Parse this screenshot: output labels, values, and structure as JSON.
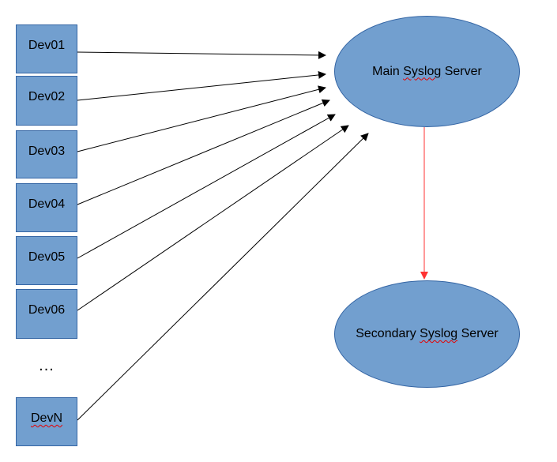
{
  "devices": [
    {
      "label": "Dev01"
    },
    {
      "label": "Dev02"
    },
    {
      "label": "Dev03"
    },
    {
      "label": "Dev04"
    },
    {
      "label": "Dev05"
    },
    {
      "label": "Dev06"
    },
    {
      "label": "DevN"
    }
  ],
  "ellipsis": "...",
  "main_server": {
    "prefix": "Main ",
    "syslog": "Syslog",
    "suffix": " Server"
  },
  "secondary_server": {
    "prefix": "Secondary ",
    "syslog": "Syslog",
    "suffix": " Server"
  },
  "colors": {
    "node_fill": "#729fcf",
    "node_border": "#3465a4",
    "arrow_to_main": "#000000",
    "arrow_to_secondary": "#ff3333",
    "spellcheck_underline": "#e60000"
  }
}
